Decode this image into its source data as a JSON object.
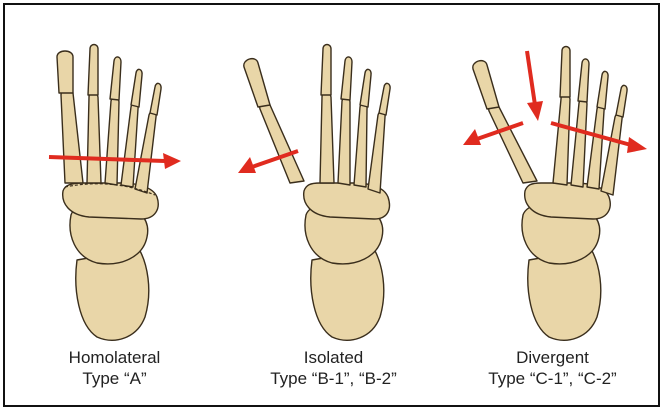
{
  "colors": {
    "bone_fill": "#e9d6a8",
    "bone_stroke": "#3a2e1c",
    "arrow": "#e02b1f",
    "frame": "#111111"
  },
  "panels": [
    {
      "name": "Homolateral",
      "type_label": "Type “A”"
    },
    {
      "name": "Isolated",
      "type_label": "Type “B-1”, “B-2”"
    },
    {
      "name": "Divergent",
      "type_label": "Type “C-1”, “C-2”"
    }
  ]
}
